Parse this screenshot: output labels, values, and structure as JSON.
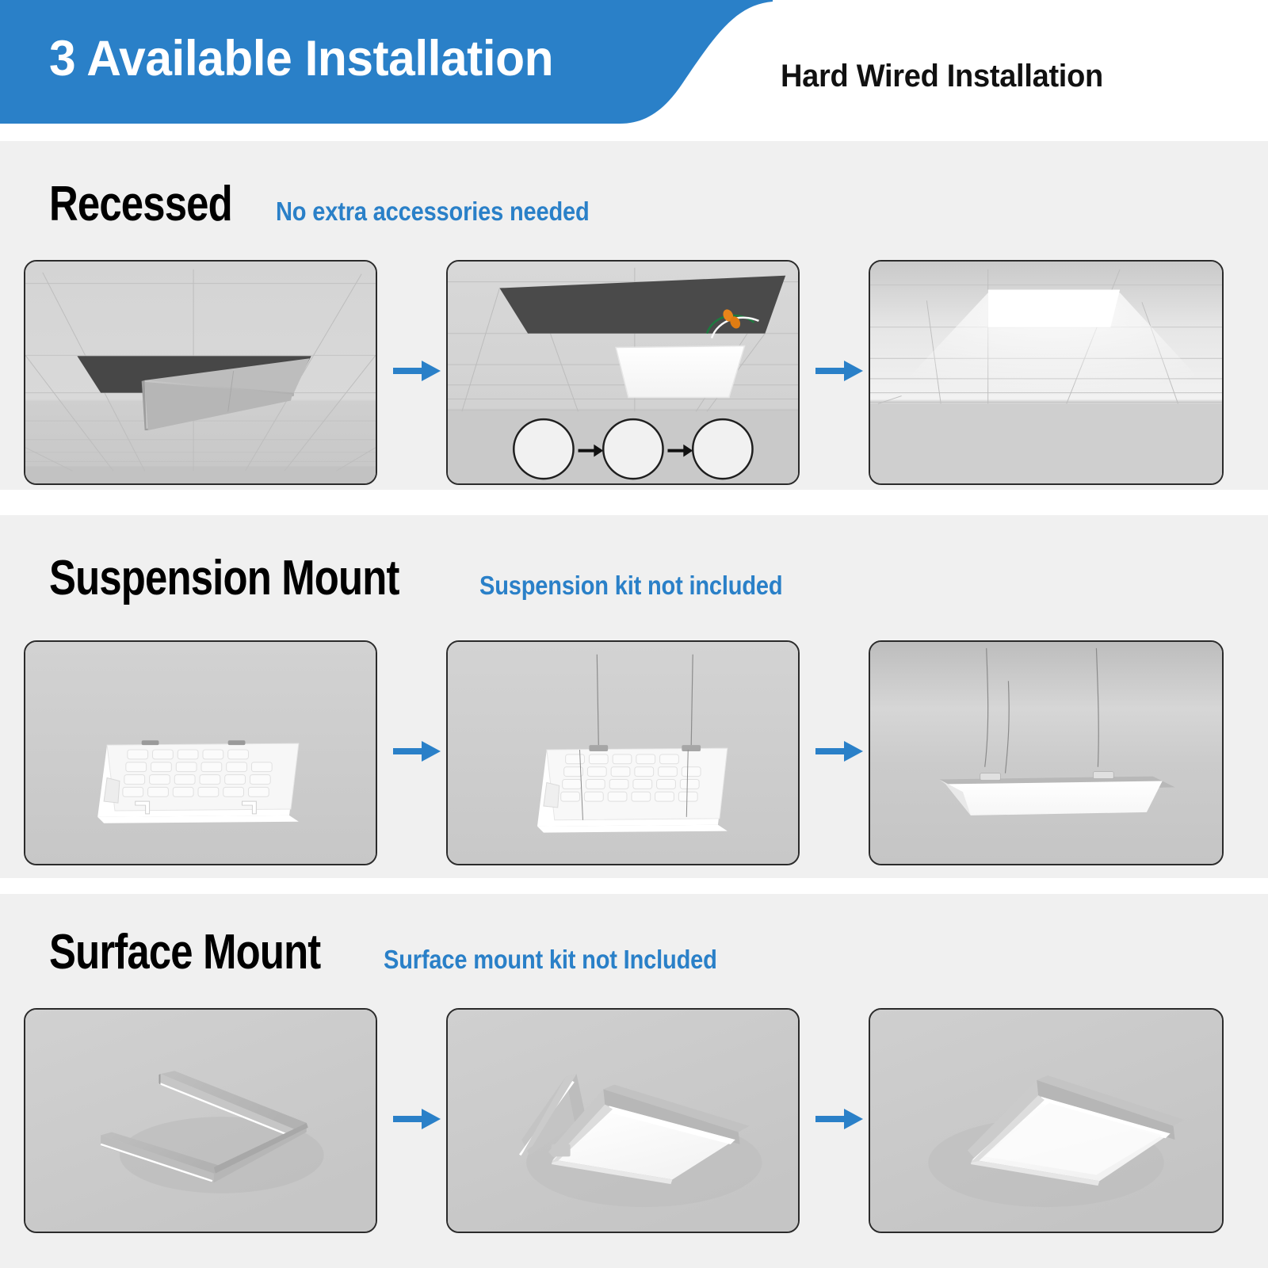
{
  "header": {
    "title": "3 Available Installation",
    "subtitle": "Hard Wired Installation",
    "banner_color": "#2a80c8"
  },
  "colors": {
    "accent_blue": "#2a80c8",
    "section_bg": "#f0f0f0",
    "page_bg": "#ffffff",
    "panel_border": "#2b2b2b",
    "panel_bg": "#cfcfcf",
    "wire_nut_orange": "#e8841a",
    "wire_green": "#1d7a3f",
    "callout_arrow_yellow": "#f2c500"
  },
  "sections": [
    {
      "id": "recessed",
      "title": "Recessed",
      "note": "No extra accessories needed",
      "steps": [
        {
          "caption": "ceiling-tile-removed",
          "alt": "Suspended ceiling grid with one tile removed showing dark cavity and tile hanging down"
        },
        {
          "caption": "panel-wired-into-grid",
          "alt": "LED flat panel lifted into ceiling opening with green and white wires joined by orange wire nuts, plus three circular bracket-folding callouts"
        },
        {
          "caption": "panel-installed-lit",
          "alt": "Installed recessed LED panel glowing in the ceiling of a room"
        }
      ],
      "callouts": [
        {
          "name": "bracket-step-1",
          "arrow": "rotate-down"
        },
        {
          "name": "bracket-step-2",
          "arrow": "rotate-down"
        },
        {
          "name": "bracket-step-3",
          "arrow": "none"
        }
      ]
    },
    {
      "id": "suspension",
      "title": "Suspension Mount",
      "note": "Suspension kit not included",
      "steps": [
        {
          "caption": "panel-back-view",
          "alt": "Back of the LED flat panel showing ribbed housing pattern"
        },
        {
          "caption": "cables-attached",
          "alt": "LED panel with two suspension cables attached to the back brackets"
        },
        {
          "caption": "panel-suspended-lit",
          "alt": "LED panel hanging from the ceiling by two cables and glowing"
        }
      ]
    },
    {
      "id": "surface",
      "title": "Surface Mount",
      "note": "Surface mount kit not Included",
      "steps": [
        {
          "caption": "surface-frame-rails",
          "alt": "Surface mount kit frame rails mounted on the ceiling forming an open corner"
        },
        {
          "caption": "panel-sliding-in",
          "alt": "LED panel being slid into the surface mount frame on the ceiling"
        },
        {
          "caption": "surface-mounted-lit",
          "alt": "Completed surface mounted LED panel glowing on the ceiling"
        }
      ]
    }
  ],
  "arrows": {
    "direction": "right",
    "count_per_row": 2,
    "color": "#2a80c8"
  }
}
